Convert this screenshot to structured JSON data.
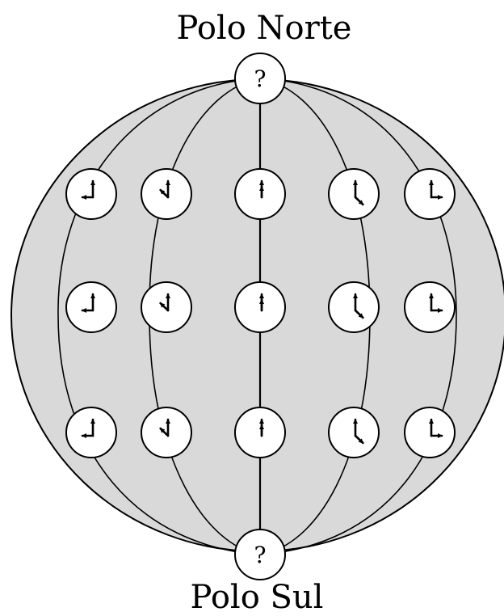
{
  "labels": {
    "north": "Polo Norte",
    "south": "Polo Sul",
    "pole_unknown": "?"
  },
  "colors": {
    "globe_fill": "#d9d9d9",
    "outline": "#000000",
    "clock_face": "#ffffff",
    "background": "#ffffff"
  },
  "icons": {
    "clock": "clock-icon",
    "pole_marker": "question-mark-icon"
  },
  "clock_columns": [
    {
      "id": "far-left",
      "clocks": [
        {
          "row": "top",
          "minute_dir": "up",
          "hour_dir": "left"
        },
        {
          "row": "middle",
          "minute_dir": "up",
          "hour_dir": "left"
        },
        {
          "row": "bottom",
          "minute_dir": "up",
          "hour_dir": "left"
        }
      ]
    },
    {
      "id": "left",
      "clocks": [
        {
          "row": "top",
          "minute_dir": "up",
          "hour_dir": "up-left"
        },
        {
          "row": "middle",
          "minute_dir": "up",
          "hour_dir": "up-left"
        },
        {
          "row": "bottom",
          "minute_dir": "up",
          "hour_dir": "up-left"
        }
      ]
    },
    {
      "id": "center",
      "clocks": [
        {
          "row": "top",
          "minute_dir": "up",
          "hour_dir": "up"
        },
        {
          "row": "middle",
          "minute_dir": "up",
          "hour_dir": "up"
        },
        {
          "row": "bottom",
          "minute_dir": "up",
          "hour_dir": "up"
        }
      ]
    },
    {
      "id": "right",
      "clocks": [
        {
          "row": "top",
          "minute_dir": "up",
          "hour_dir": "down-right"
        },
        {
          "row": "middle",
          "minute_dir": "up",
          "hour_dir": "down-right"
        },
        {
          "row": "bottom",
          "minute_dir": "up",
          "hour_dir": "down-right"
        }
      ]
    },
    {
      "id": "far-right",
      "clocks": [
        {
          "row": "top",
          "minute_dir": "up",
          "hour_dir": "right"
        },
        {
          "row": "middle",
          "minute_dir": "up",
          "hour_dir": "right"
        },
        {
          "row": "bottom",
          "minute_dir": "up",
          "hour_dir": "right"
        }
      ]
    }
  ]
}
